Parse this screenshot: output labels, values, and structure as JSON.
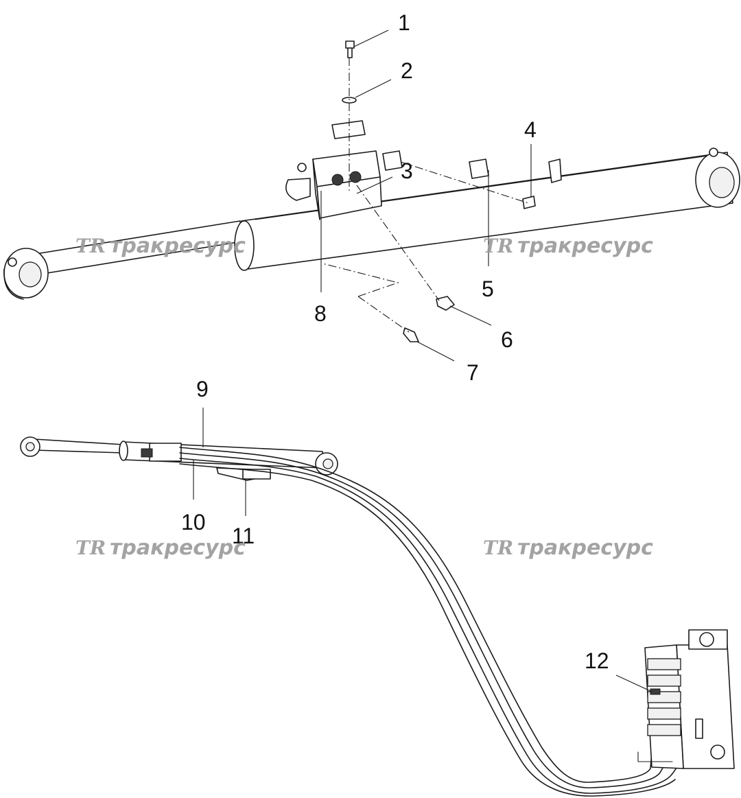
{
  "callouts": [
    {
      "label": "1"
    },
    {
      "label": "2"
    },
    {
      "label": "3"
    },
    {
      "label": "4"
    },
    {
      "label": "5"
    },
    {
      "label": "6"
    },
    {
      "label": "7"
    },
    {
      "label": "8"
    },
    {
      "label": "9"
    },
    {
      "label": "10"
    },
    {
      "label": "11"
    },
    {
      "label": "12"
    }
  ],
  "watermark": {
    "logo": "TR",
    "text": "тракресурс",
    "color": "#9a9a9a"
  }
}
